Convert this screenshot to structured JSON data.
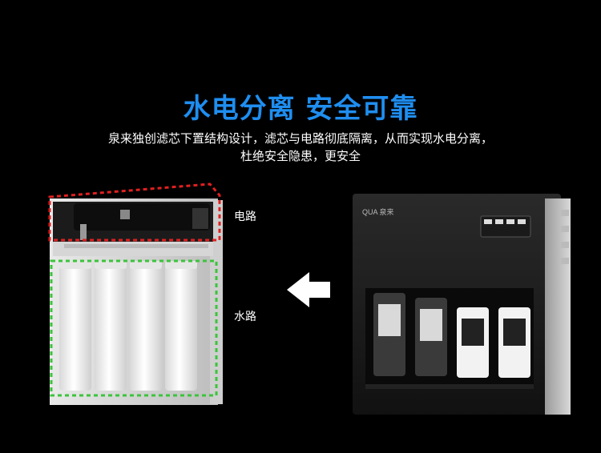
{
  "headline": "水电分离  安全可靠",
  "description": {
    "line1": "泉来独创滤芯下置结构设计，滤芯与电路彻底隔离，从而实现水电分离，",
    "line2": "杜绝安全隐患，更安全"
  },
  "labels": {
    "electric": "电路",
    "water": "水路"
  },
  "device_brand": "QUA 泉来",
  "colors": {
    "headline": "#1f8ef0",
    "electric_zone": "#e02020",
    "water_zone": "#3cc43c"
  }
}
